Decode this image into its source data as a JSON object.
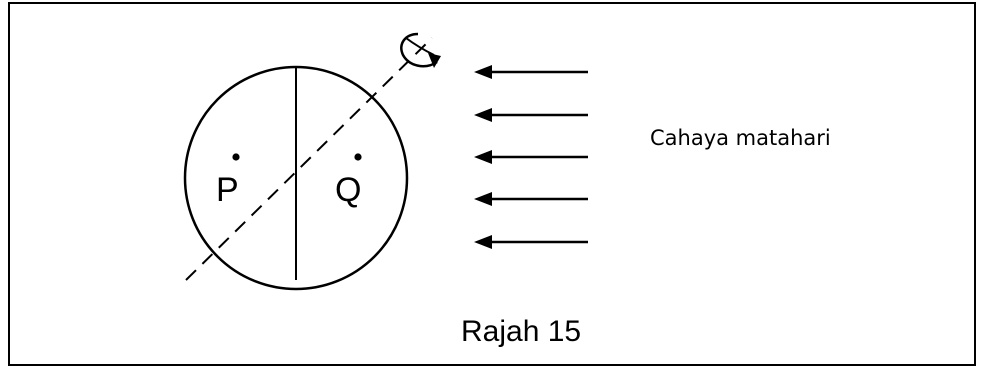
{
  "diagram": {
    "point_labels": {
      "p": "P",
      "q": "Q"
    },
    "light_label": "Cahaya matahari",
    "caption": "Rajah 15",
    "arrow_count": 5,
    "colors": {
      "ink": "#000000",
      "background": "#ffffff"
    }
  }
}
